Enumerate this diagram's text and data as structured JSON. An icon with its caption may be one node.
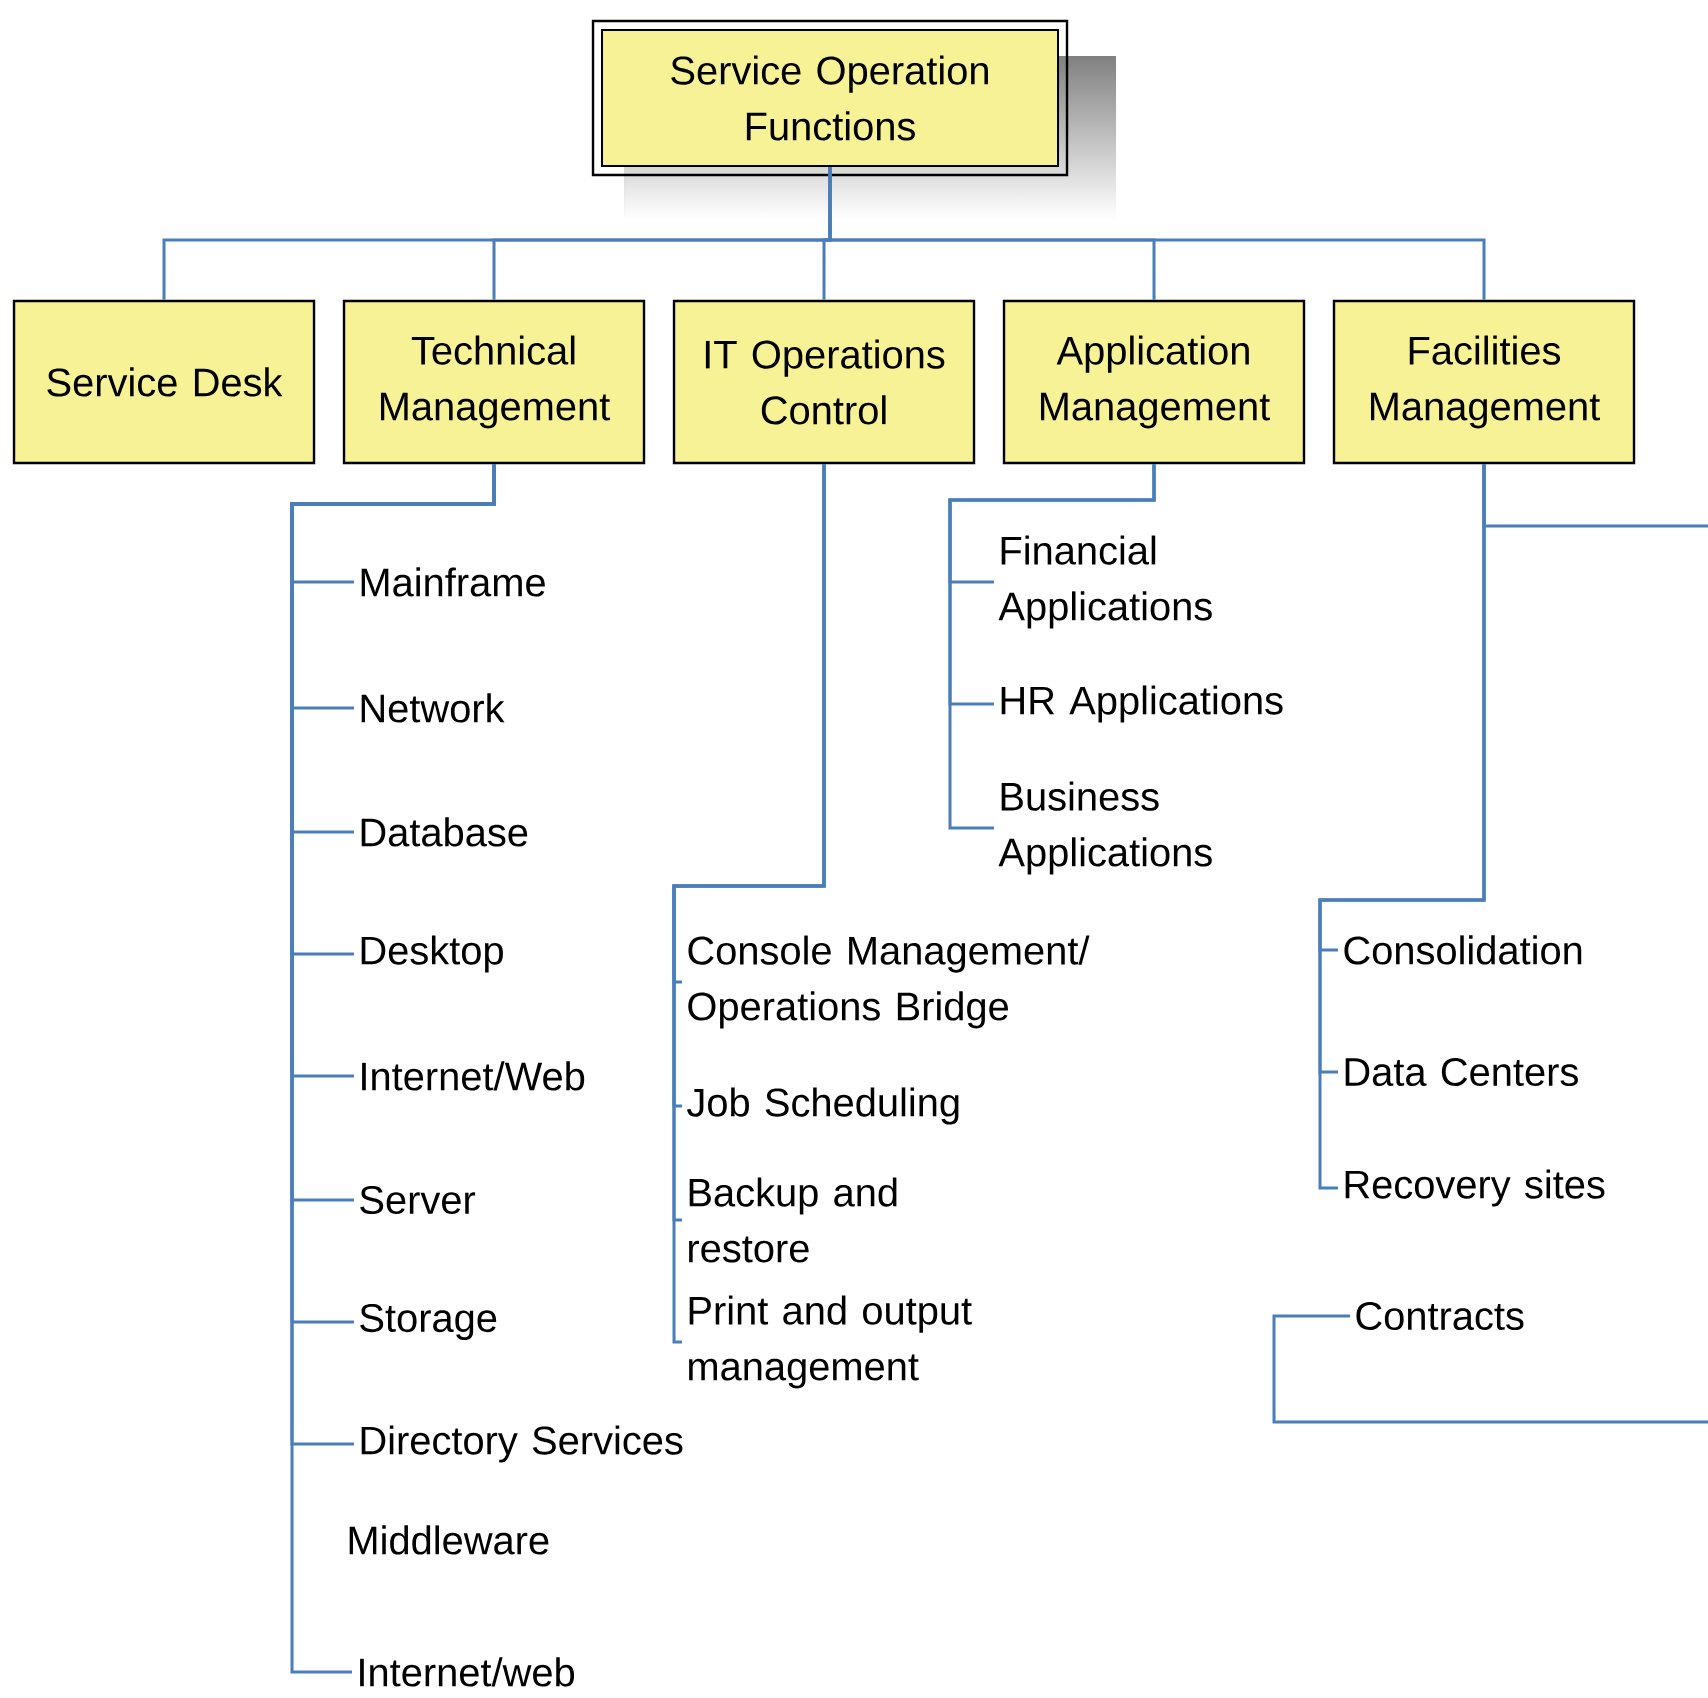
{
  "diagram": {
    "nodes": [
      {
        "text": [
          "Service Operation Functions"
        ]
      },
      {
        "text": [
          "Service Desk"
        ]
      },
      {
        "text": [
          "Technical Management"
        ]
      },
      {
        "text": [
          "IT Operations Control"
        ]
      },
      {
        "text": [
          "Application Management"
        ]
      },
      {
        "text": [
          "Facilities Management"
        ]
      },
      {
        "text": [
          "Mainframe"
        ]
      },
      {
        "text": [
          "Network"
        ]
      },
      {
        "text": [
          "Database"
        ]
      },
      {
        "text": [
          "Desktop"
        ]
      },
      {
        "text": [
          "Internet/Web"
        ]
      },
      {
        "text": [
          "Server"
        ]
      },
      {
        "text": [
          "Storage"
        ]
      },
      {
        "text": [
          "Directory Services"
        ]
      },
      {
        "text": [
          "Internet/web"
        ]
      },
      {
        "text": [
          "Console Management/ Operations Bridge"
        ]
      },
      {
        "text": [
          "Job Scheduling"
        ]
      },
      {
        "text": [
          "Backup and restore"
        ]
      },
      {
        "text": [
          "Print and output management"
        ]
      },
      {
        "text": [
          "Financial Applications"
        ]
      },
      {
        "text": [
          "HR Applications"
        ]
      },
      {
        "text": [
          "Business Applications"
        ]
      },
      {
        "text": [
          "Consolidation"
        ]
      },
      {
        "text": [
          "Data Centers"
        ]
      },
      {
        "text": [
          "Recovery sites"
        ]
      },
      {
        "text": [
          "Contracts"
        ]
      }
    ],
    "edges": [
      {
        "from": 0,
        "to": 1,
        "arrow": "none"
      },
      {
        "from": 0,
        "to": 2,
        "arrow": "none"
      },
      {
        "from": 0,
        "to": 3,
        "arrow": "none"
      },
      {
        "from": 0,
        "to": 4,
        "arrow": "none"
      },
      {
        "from": 0,
        "to": 5,
        "arrow": "none"
      },
      {
        "from": 2,
        "to": 6,
        "arrow": "none"
      },
      {
        "from": 2,
        "to": 7,
        "arrow": "none"
      },
      {
        "from": 2,
        "to": 8,
        "arrow": "none"
      },
      {
        "from": 2,
        "to": 9,
        "arrow": "none"
      },
      {
        "from": 2,
        "to": 10,
        "arrow": "none"
      },
      {
        "from": 2,
        "to": 11,
        "arrow": "none"
      },
      {
        "from": 2,
        "to": 12,
        "arrow": "none"
      },
      {
        "from": 2,
        "to": 13,
        "arrow": "none"
      },
      {
        "from": 2,
        "to": 14,
        "arrow": "none"
      },
      {
        "from": 3,
        "to": 15,
        "arrow": "none"
      },
      {
        "from": 3,
        "to": 16,
        "arrow": "none"
      },
      {
        "from": 3,
        "to": 17,
        "arrow": "none"
      },
      {
        "from": 3,
        "to": 18,
        "arrow": "none"
      },
      {
        "from": 4,
        "to": 19,
        "arrow": "none"
      },
      {
        "from": 4,
        "to": 20,
        "arrow": "none"
      },
      {
        "from": 4,
        "to": 21,
        "arrow": "none"
      },
      {
        "from": 5,
        "to": 22,
        "arrow": "none"
      },
      {
        "from": 5,
        "to": 23,
        "arrow": "none"
      },
      {
        "from": 5,
        "to": 24,
        "arrow": "none"
      },
      {
        "from": 5,
        "to": 25,
        "arrow": "none"
      }
    ],
    "labels": [
      "Middleware"
    ]
  }
}
